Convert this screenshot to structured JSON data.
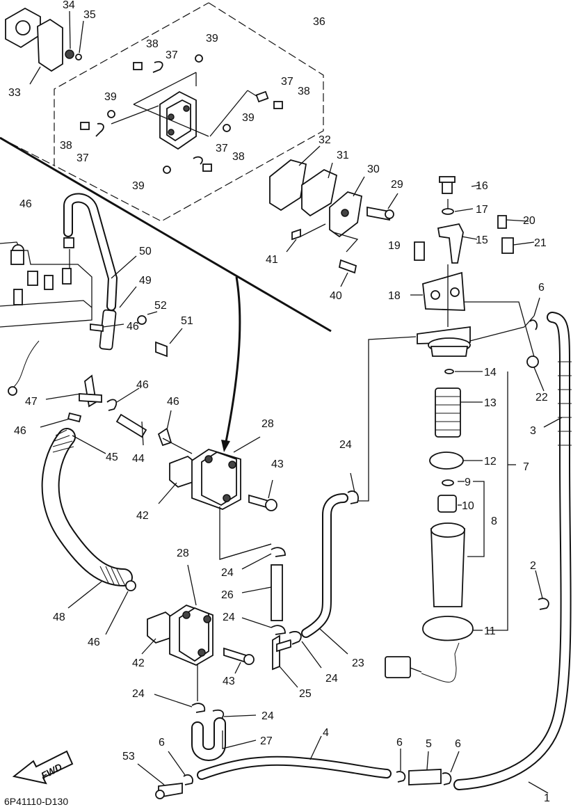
{
  "diagram": {
    "code": "6P41110-D130",
    "fwd_label": "FWD",
    "callouts": [
      {
        "id": "c1",
        "text": "1"
      },
      {
        "id": "c2",
        "text": "2"
      },
      {
        "id": "c3",
        "text": "3"
      },
      {
        "id": "c4",
        "text": "4"
      },
      {
        "id": "c5",
        "text": "5"
      },
      {
        "id": "c6a",
        "text": "6"
      },
      {
        "id": "c6b",
        "text": "6"
      },
      {
        "id": "c6c",
        "text": "6"
      },
      {
        "id": "c6d",
        "text": "6"
      },
      {
        "id": "c7",
        "text": "7"
      },
      {
        "id": "c8",
        "text": "8"
      },
      {
        "id": "c9",
        "text": "9"
      },
      {
        "id": "c10",
        "text": "10"
      },
      {
        "id": "c11",
        "text": "11"
      },
      {
        "id": "c12",
        "text": "12"
      },
      {
        "id": "c13",
        "text": "13"
      },
      {
        "id": "c14",
        "text": "14"
      },
      {
        "id": "c15",
        "text": "15"
      },
      {
        "id": "c16",
        "text": "16"
      },
      {
        "id": "c17",
        "text": "17"
      },
      {
        "id": "c18",
        "text": "18"
      },
      {
        "id": "c19",
        "text": "19"
      },
      {
        "id": "c20",
        "text": "20"
      },
      {
        "id": "c21",
        "text": "21"
      },
      {
        "id": "c22",
        "text": "22"
      },
      {
        "id": "c23",
        "text": "23"
      },
      {
        "id": "c24a",
        "text": "24"
      },
      {
        "id": "c24b",
        "text": "24"
      },
      {
        "id": "c24c",
        "text": "24"
      },
      {
        "id": "c24d",
        "text": "24"
      },
      {
        "id": "c24e",
        "text": "24"
      },
      {
        "id": "c24f",
        "text": "24"
      },
      {
        "id": "c25",
        "text": "25"
      },
      {
        "id": "c26",
        "text": "26"
      },
      {
        "id": "c27",
        "text": "27"
      },
      {
        "id": "c28a",
        "text": "28"
      },
      {
        "id": "c28b",
        "text": "28"
      },
      {
        "id": "c29",
        "text": "29"
      },
      {
        "id": "c30",
        "text": "30"
      },
      {
        "id": "c31",
        "text": "31"
      },
      {
        "id": "c32",
        "text": "32"
      },
      {
        "id": "c33",
        "text": "33"
      },
      {
        "id": "c34",
        "text": "34"
      },
      {
        "id": "c35",
        "text": "35"
      },
      {
        "id": "c36",
        "text": "36"
      },
      {
        "id": "c37a",
        "text": "37"
      },
      {
        "id": "c37b",
        "text": "37"
      },
      {
        "id": "c37c",
        "text": "37"
      },
      {
        "id": "c37d",
        "text": "37"
      },
      {
        "id": "c38a",
        "text": "38"
      },
      {
        "id": "c38b",
        "text": "38"
      },
      {
        "id": "c38c",
        "text": "38"
      },
      {
        "id": "c38d",
        "text": "38"
      },
      {
        "id": "c39a",
        "text": "39"
      },
      {
        "id": "c39b",
        "text": "39"
      },
      {
        "id": "c39c",
        "text": "39"
      },
      {
        "id": "c39d",
        "text": "39"
      },
      {
        "id": "c40",
        "text": "40"
      },
      {
        "id": "c41",
        "text": "41"
      },
      {
        "id": "c42a",
        "text": "42"
      },
      {
        "id": "c42b",
        "text": "42"
      },
      {
        "id": "c43a",
        "text": "43"
      },
      {
        "id": "c43b",
        "text": "43"
      },
      {
        "id": "c44",
        "text": "44"
      },
      {
        "id": "c45",
        "text": "45"
      },
      {
        "id": "c46a",
        "text": "46"
      },
      {
        "id": "c46b",
        "text": "46"
      },
      {
        "id": "c46c",
        "text": "46"
      },
      {
        "id": "c46d",
        "text": "46"
      },
      {
        "id": "c46e",
        "text": "46"
      },
      {
        "id": "c46f",
        "text": "46"
      },
      {
        "id": "c47",
        "text": "47"
      },
      {
        "id": "c48",
        "text": "48"
      },
      {
        "id": "c49",
        "text": "49"
      },
      {
        "id": "c50",
        "text": "50"
      },
      {
        "id": "c51",
        "text": "51"
      },
      {
        "id": "c52",
        "text": "52"
      },
      {
        "id": "c53",
        "text": "53"
      }
    ]
  }
}
